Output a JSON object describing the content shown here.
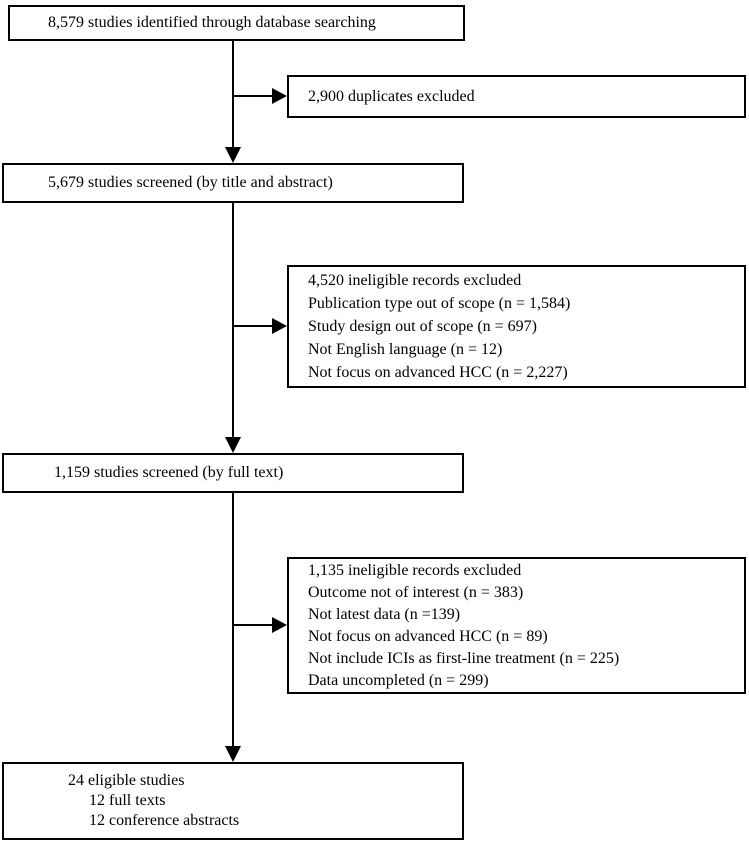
{
  "diagram_type": "study-selection-flowchart",
  "colors": {
    "background": "#ffffff",
    "box_border": "#000000",
    "text": "#000000",
    "arrow": "#000000"
  },
  "boxes": {
    "identified": {
      "text": "8,579 studies identified through database searching"
    },
    "duplicates_excluded": {
      "text": "2,900 duplicates excluded"
    },
    "screened_title_abstract": {
      "text": "5,679 studies screened (by title and abstract)"
    },
    "excluded_title_abstract": {
      "lines": [
        "4,520 ineligible records excluded",
        "Publication type out of scope (n = 1,584)",
        "Study design out of scope (n = 697)",
        "Not English language (n = 12)",
        "Not focus on advanced HCC (n = 2,227)"
      ]
    },
    "screened_full_text": {
      "text": "1,159 studies screened (by full text)"
    },
    "excluded_full_text": {
      "lines": [
        "1,135 ineligible records excluded",
        "Outcome not of interest (n = 383)",
        "Not latest data (n =139)",
        "Not focus on advanced HCC (n = 89)",
        "Not include ICIs as first-line treatment (n = 225)",
        "Data uncompleted (n = 299)"
      ]
    },
    "eligible": {
      "heading": "24 eligible studies",
      "sub_lines": [
        "12 full texts",
        "12 conference abstracts"
      ]
    }
  }
}
